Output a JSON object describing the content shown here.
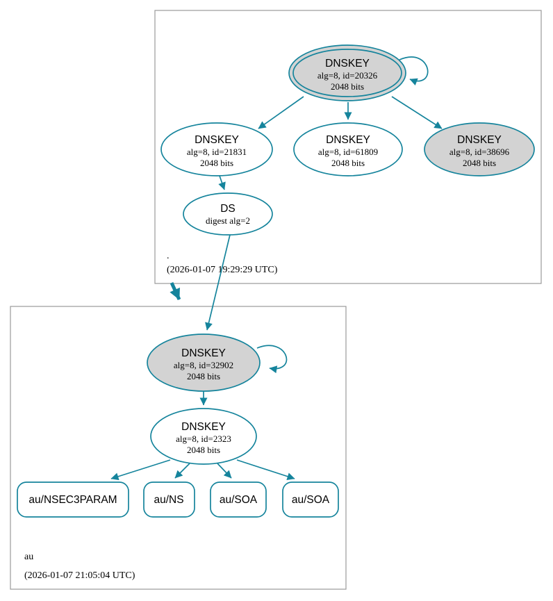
{
  "diagram": {
    "type": "dnssec-authentication-graph",
    "colors": {
      "edge_teal": "#15849c",
      "node_fill_gray": "#d3d3d3",
      "node_fill_white": "#ffffff",
      "zone_border_gray": "#9a9a9a",
      "text": "#000000"
    },
    "zones": {
      "root": {
        "name": ".",
        "timestamp": "(2026-01-07 19:29:29 UTC)"
      },
      "au": {
        "name": "au",
        "timestamp": "(2026-01-07 21:05:04 UTC)"
      }
    },
    "nodes": {
      "ksk_root": {
        "title": "DNSKEY",
        "detail1": "alg=8, id=20326",
        "detail2": "2048 bits"
      },
      "zsk_21831": {
        "title": "DNSKEY",
        "detail1": "alg=8, id=21831",
        "detail2": "2048 bits"
      },
      "zsk_61809": {
        "title": "DNSKEY",
        "detail1": "alg=8, id=61809",
        "detail2": "2048 bits"
      },
      "ksk_38696": {
        "title": "DNSKEY",
        "detail1": "alg=8, id=38696",
        "detail2": "2048 bits"
      },
      "ds_root": {
        "title": "DS",
        "detail1": "digest alg=2"
      },
      "ksk_au": {
        "title": "DNSKEY",
        "detail1": "alg=8, id=32902",
        "detail2": "2048 bits"
      },
      "zsk_au": {
        "title": "DNSKEY",
        "detail1": "alg=8, id=2323",
        "detail2": "2048 bits"
      },
      "rrset_nsec3param": {
        "label": "au/NSEC3PARAM"
      },
      "rrset_ns": {
        "label": "au/NS"
      },
      "rrset_soa1": {
        "label": "au/SOA"
      },
      "rrset_soa2": {
        "label": "au/SOA"
      }
    }
  }
}
